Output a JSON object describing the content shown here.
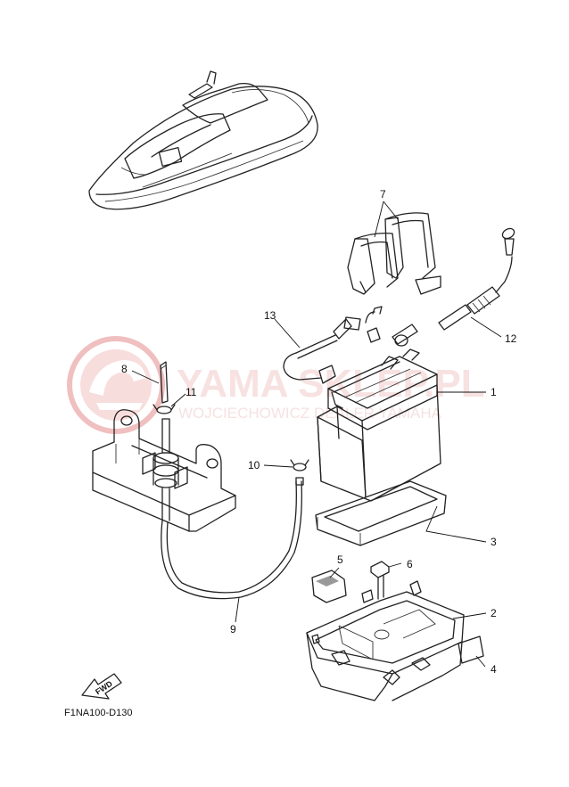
{
  "watermark": {
    "logo_icon": "helmet-logo",
    "title": "YAMA   SKLEP.PL",
    "subtitle": "WOJCIECHOWICZ DEALER YAMAHA",
    "color": "#e88a8a"
  },
  "callouts": {
    "c1": "1",
    "c2": "2",
    "c3": "3",
    "c4": "4",
    "c5": "5",
    "c6": "6",
    "c7": "7",
    "c8": "8",
    "c9": "9",
    "c10": "10",
    "c11": "11",
    "c12": "12",
    "c13": "13"
  },
  "fwd_arrow_label": "FWD",
  "diagram_code": "F1NA100-D130"
}
